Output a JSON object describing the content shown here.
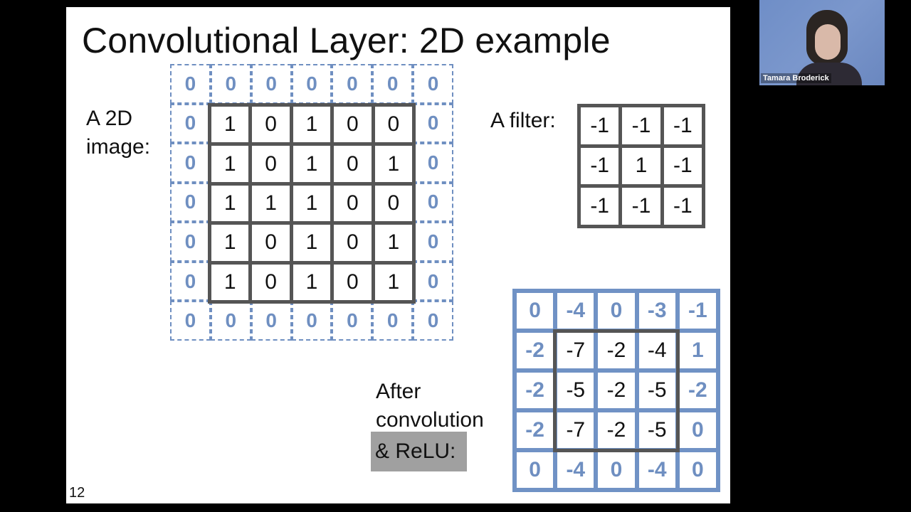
{
  "slide": {
    "title": "Convolutional Layer: 2D example",
    "image_label_line1": "A 2D",
    "image_label_line2": "image:",
    "filter_label": "A filter:",
    "after_line1": "After",
    "after_line2": "convolution",
    "relu_label": "& ReLU:",
    "page_number": "12"
  },
  "padded_image": [
    [
      "0",
      "0",
      "0",
      "0",
      "0",
      "0",
      "0"
    ],
    [
      "0",
      "1",
      "0",
      "1",
      "0",
      "0",
      "0"
    ],
    [
      "0",
      "1",
      "0",
      "1",
      "0",
      "1",
      "0"
    ],
    [
      "0",
      "1",
      "1",
      "1",
      "0",
      "0",
      "0"
    ],
    [
      "0",
      "1",
      "0",
      "1",
      "0",
      "1",
      "0"
    ],
    [
      "0",
      "1",
      "0",
      "1",
      "0",
      "1",
      "0"
    ],
    [
      "0",
      "0",
      "0",
      "0",
      "0",
      "0",
      "0"
    ]
  ],
  "filter": [
    [
      "-1",
      "-1",
      "-1"
    ],
    [
      "-1",
      "1",
      "-1"
    ],
    [
      "-1",
      "-1",
      "-1"
    ]
  ],
  "output": [
    [
      "0",
      "-4",
      "0",
      "-3",
      "-1"
    ],
    [
      "-2",
      "-7",
      "-2",
      "-4",
      "1"
    ],
    [
      "-2",
      "-5",
      "-2",
      "-5",
      "-2"
    ],
    [
      "-2",
      "-7",
      "-2",
      "-5",
      "0"
    ],
    [
      "0",
      "-4",
      "0",
      "-4",
      "0"
    ]
  ],
  "video": {
    "participant_name": "Tamara Broderick"
  },
  "colors": {
    "padding_blue": "#6f8fc1",
    "frame_gray": "#555555",
    "relu_highlight": "#a0a0a0"
  }
}
